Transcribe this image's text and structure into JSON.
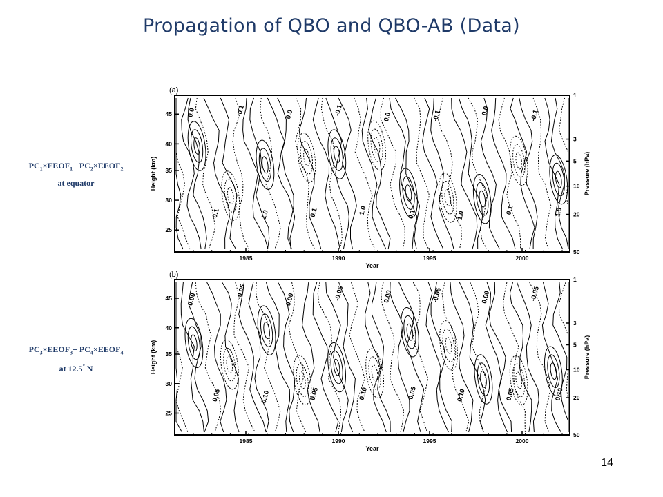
{
  "slide": {
    "title": "Propagation of QBO and QBO-AB (Data)",
    "page_number": "14"
  },
  "labels": {
    "a": {
      "line2": "at equator"
    },
    "b": {
      "line2_prefix": "at 12.5",
      "line2_suffix": " N"
    }
  },
  "panels": [
    {
      "tag": "(a)",
      "xlabel": "Year",
      "ylabel_left": "Height (km)",
      "ylabel_right": "Pressure (hPa)",
      "xticks": [
        "1985",
        "1990",
        "1995",
        "2000"
      ],
      "yticks_left": [
        "25",
        "30",
        "35",
        "40",
        "45"
      ],
      "yticks_right": [
        "1",
        "3",
        "5",
        "10",
        "20",
        "50"
      ],
      "contour_labels": [
        "0.0",
        "0.1",
        "-0.1",
        "1.0"
      ]
    },
    {
      "tag": "(b)",
      "xlabel": "Year",
      "ylabel_left": "Height (km)",
      "ylabel_right": "Pressure (hPa)",
      "xticks": [
        "1985",
        "1990",
        "1995",
        "2000"
      ],
      "yticks_left": [
        "25",
        "30",
        "35",
        "40",
        "45"
      ],
      "yticks_right": [
        "1",
        "3",
        "5",
        "10",
        "20",
        "50"
      ],
      "contour_labels": [
        "0.00",
        "0.05",
        "-0.05",
        "0.10"
      ]
    }
  ],
  "colors": {
    "title": "#1f3a68",
    "ink": "#000000"
  }
}
